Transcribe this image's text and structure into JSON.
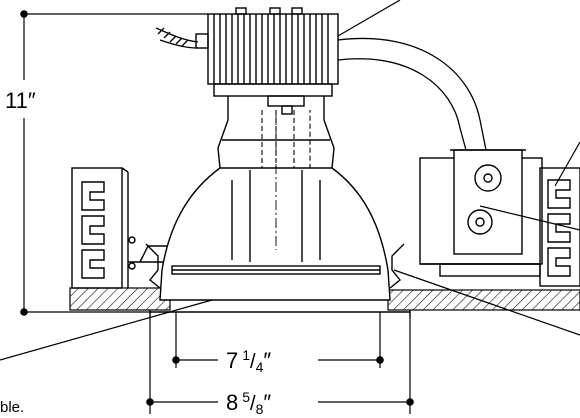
{
  "dimensions": {
    "height": {
      "main": "11",
      "mark": "″"
    },
    "aperture": {
      "whole": "7",
      "num": "1",
      "den": "4",
      "mark": "″"
    },
    "cutout": {
      "whole": "8",
      "num": "5",
      "den": "8",
      "mark": "″"
    }
  },
  "footer_fragment": "ble."
}
